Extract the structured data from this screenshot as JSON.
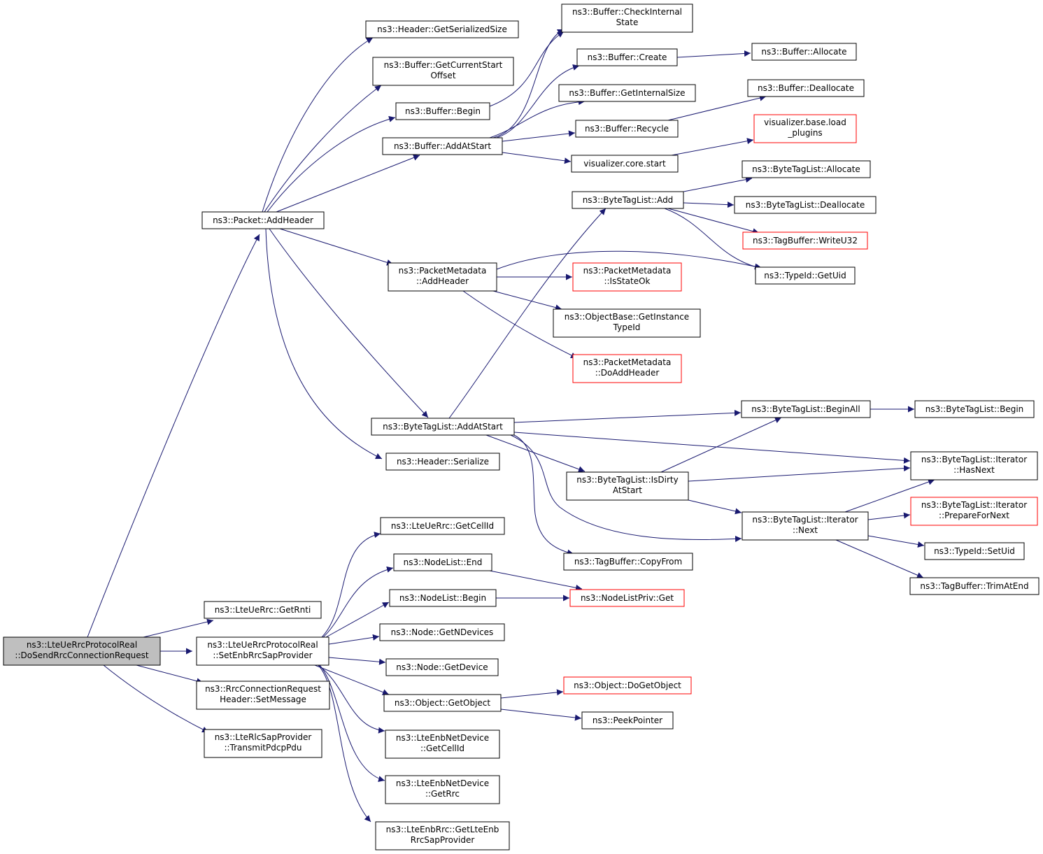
{
  "diagram": {
    "edge_color": "#191970",
    "root_fill": "#bfbfbf",
    "truncated_border_color": "#ff0000",
    "nodes": [
      {
        "id": "root",
        "lines": [
          "ns3::LteUeRrcProtocolReal",
          "::DoSendRrcConnectionRequest"
        ],
        "style": "root"
      },
      {
        "id": "addheader",
        "lines": [
          "ns3::Packet::AddHeader"
        ],
        "style": "normal"
      },
      {
        "id": "getrnti",
        "lines": [
          "ns3::LteUeRrc::GetRnti"
        ],
        "style": "normal"
      },
      {
        "id": "setenb",
        "lines": [
          "ns3::LteUeRrcProtocolReal",
          "::SetEnbRrcSapProvider"
        ],
        "style": "normal"
      },
      {
        "id": "setmsg",
        "lines": [
          "ns3::RrcConnectionRequest",
          "Header::SetMessage"
        ],
        "style": "normal"
      },
      {
        "id": "transmit",
        "lines": [
          "ns3::LteRlcSapProvider",
          "::TransmitPdcpPdu"
        ],
        "style": "normal"
      },
      {
        "id": "getserialized",
        "lines": [
          "ns3::Header::GetSerializedSize"
        ],
        "style": "normal"
      },
      {
        "id": "getcurrentstart",
        "lines": [
          "ns3::Buffer::GetCurrentStart",
          "Offset"
        ],
        "style": "normal"
      },
      {
        "id": "bufbegin",
        "lines": [
          "ns3::Buffer::Begin"
        ],
        "style": "normal"
      },
      {
        "id": "bufaddatstart",
        "lines": [
          "ns3::Buffer::AddAtStart"
        ],
        "style": "normal"
      },
      {
        "id": "pmaddheader",
        "lines": [
          "ns3::PacketMetadata",
          "::AddHeader"
        ],
        "style": "normal"
      },
      {
        "id": "btladdatstart",
        "lines": [
          "ns3::ByteTagList::AddAtStart"
        ],
        "style": "normal"
      },
      {
        "id": "hdrserialize",
        "lines": [
          "ns3::Header::Serialize"
        ],
        "style": "normal"
      },
      {
        "id": "checkinternal",
        "lines": [
          "ns3::Buffer::CheckInternal",
          "State"
        ],
        "style": "normal"
      },
      {
        "id": "bufcreate",
        "lines": [
          "ns3::Buffer::Create"
        ],
        "style": "normal"
      },
      {
        "id": "getinternalsize",
        "lines": [
          "ns3::Buffer::GetInternalSize"
        ],
        "style": "normal"
      },
      {
        "id": "bufrecycle",
        "lines": [
          "ns3::Buffer::Recycle"
        ],
        "style": "normal"
      },
      {
        "id": "vizstart",
        "lines": [
          "visualizer.core.start"
        ],
        "style": "normal"
      },
      {
        "id": "bufallocate",
        "lines": [
          "ns3::Buffer::Allocate"
        ],
        "style": "normal"
      },
      {
        "id": "bufdealloc",
        "lines": [
          "ns3::Buffer::Deallocate"
        ],
        "style": "normal"
      },
      {
        "id": "vizload",
        "lines": [
          "visualizer.base.load",
          "_plugins"
        ],
        "style": "truncated"
      },
      {
        "id": "btladd",
        "lines": [
          "ns3::ByteTagList::Add"
        ],
        "style": "normal"
      },
      {
        "id": "btlallocate",
        "lines": [
          "ns3::ByteTagList::Allocate"
        ],
        "style": "normal"
      },
      {
        "id": "btldealloc",
        "lines": [
          "ns3::ByteTagList::Deallocate"
        ],
        "style": "normal"
      },
      {
        "id": "writeu32",
        "lines": [
          "ns3::TagBuffer::WriteU32"
        ],
        "style": "truncated"
      },
      {
        "id": "getuid",
        "lines": [
          "ns3::TypeId::GetUid"
        ],
        "style": "normal"
      },
      {
        "id": "isstateok",
        "lines": [
          "ns3::PacketMetadata",
          "::IsStateOk"
        ],
        "style": "truncated"
      },
      {
        "id": "getinstance",
        "lines": [
          "ns3::ObjectBase::GetInstance",
          "TypeId"
        ],
        "style": "normal"
      },
      {
        "id": "doaddheader",
        "lines": [
          "ns3::PacketMetadata",
          "::DoAddHeader"
        ],
        "style": "truncated"
      },
      {
        "id": "beginall",
        "lines": [
          "ns3::ByteTagList::BeginAll"
        ],
        "style": "normal"
      },
      {
        "id": "btlbegin",
        "lines": [
          "ns3::ByteTagList::Begin"
        ],
        "style": "normal"
      },
      {
        "id": "hasnext",
        "lines": [
          "ns3::ByteTagList::Iterator",
          "::HasNext"
        ],
        "style": "normal"
      },
      {
        "id": "isdirty",
        "lines": [
          "ns3::ByteTagList::IsDirty",
          "AtStart"
        ],
        "style": "normal"
      },
      {
        "id": "prepare",
        "lines": [
          "ns3::ByteTagList::Iterator",
          "::PrepareForNext"
        ],
        "style": "truncated"
      },
      {
        "id": "itnext",
        "lines": [
          "ns3::ByteTagList::Iterator",
          "::Next"
        ],
        "style": "normal"
      },
      {
        "id": "setuid",
        "lines": [
          "ns3::TypeId::SetUid"
        ],
        "style": "normal"
      },
      {
        "id": "trimatend",
        "lines": [
          "ns3::TagBuffer::TrimAtEnd"
        ],
        "style": "normal"
      },
      {
        "id": "copyfrom",
        "lines": [
          "ns3::TagBuffer::CopyFrom"
        ],
        "style": "normal"
      },
      {
        "id": "getcellid",
        "lines": [
          "ns3::LteUeRrc::GetCellId"
        ],
        "style": "normal"
      },
      {
        "id": "nlend",
        "lines": [
          "ns3::NodeList::End"
        ],
        "style": "normal"
      },
      {
        "id": "nlbegin",
        "lines": [
          "ns3::NodeList::Begin"
        ],
        "style": "normal"
      },
      {
        "id": "nlpget",
        "lines": [
          "ns3::NodeListPriv::Get"
        ],
        "style": "truncated"
      },
      {
        "id": "getndevices",
        "lines": [
          "ns3::Node::GetNDevices"
        ],
        "style": "normal"
      },
      {
        "id": "getdevice",
        "lines": [
          "ns3::Node::GetDevice"
        ],
        "style": "normal"
      },
      {
        "id": "getobject",
        "lines": [
          "ns3::Object::GetObject"
        ],
        "style": "normal"
      },
      {
        "id": "dogetobject",
        "lines": [
          "ns3::Object::DoGetObject"
        ],
        "style": "truncated"
      },
      {
        "id": "peekpointer",
        "lines": [
          "ns3::PeekPointer"
        ],
        "style": "normal"
      },
      {
        "id": "enbcellid",
        "lines": [
          "ns3::LteEnbNetDevice",
          "::GetCellId"
        ],
        "style": "normal"
      },
      {
        "id": "enbgetrrc",
        "lines": [
          "ns3::LteEnbNetDevice",
          "::GetRrc"
        ],
        "style": "normal"
      },
      {
        "id": "getlteenb",
        "lines": [
          "ns3::LteEnbRrc::GetLteEnb",
          "RrcSapProvider"
        ],
        "style": "normal"
      }
    ]
  }
}
